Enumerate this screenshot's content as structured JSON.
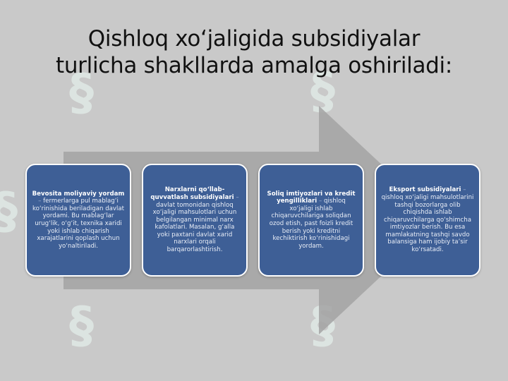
{
  "title": {
    "line1": "Qishloq xo‘jaligida subsidiyalar",
    "line2": "turlicha shakllarda amalga oshiriladi:"
  },
  "cards": [
    {
      "heading": "Bevosita moliyaviy yordam",
      "dash": " – ",
      "text": "fermerlarga pul mablag‘i ko‘rinishida beriladigan davlat yordami. Bu mablag‘lar urug‘lik, o‘g‘it, texnika xaridi yoki ishlab chiqarish xarajatlarini qoplash uchun yo‘naltiriladi."
    },
    {
      "heading": "Narxlarni qo‘llab-quvvatlash subsidiyalari",
      "dash": " – ",
      "text": "davlat tomonidan qishloq xo‘jaligi mahsulotlari uchun belgilangan minimal narx kafolatlari. Masalan, g‘alla yoki paxtani davlat xarid narxlari orqali barqarorlashtirish."
    },
    {
      "heading": "Soliq imtiyozlari va kredit yengilliklari",
      "dash": " – ",
      "text": "qishloq xo‘jaligi ishlab chiqaruvchilariga soliqdan ozod etish, past foizli kredit berish yoki kreditni kechiktirish ko‘rinishidagi yordam."
    },
    {
      "heading": "Eksport subsidiyalari",
      "dash": " – ",
      "text": "qishloq xo‘jaligi mahsulotlarini tashqi bozorlarga olib chiqishda ishlab chiqaruvchilarga qo‘shimcha imtiyozlar berish. Bu esa mamlakatning tashqi savdo balansiga ham ijobiy ta’sir ko‘rsatadi."
    }
  ],
  "colors": {
    "background": "#c9c9c9",
    "arrow": "#a3a3a3",
    "card": "#3e5f96",
    "watermark": "#dfe8e4"
  }
}
